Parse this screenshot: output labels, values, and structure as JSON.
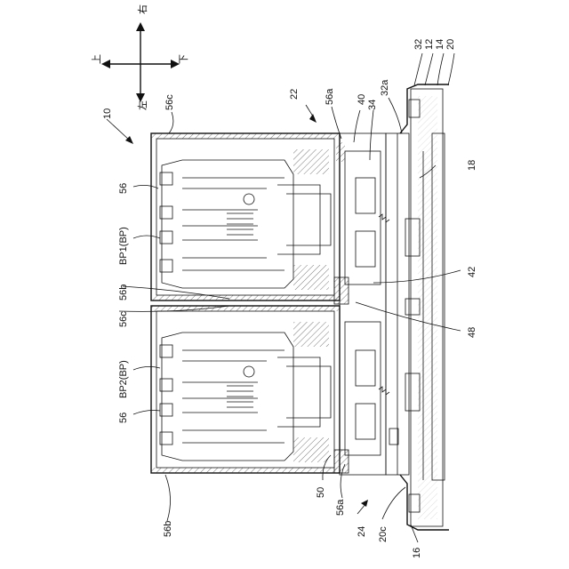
{
  "figure": {
    "directions": {
      "up": "上",
      "down": "下",
      "left": "左",
      "right": "右"
    },
    "labels": {
      "assembly": "10",
      "group_upper": "22",
      "group_lower": "24",
      "shield_top": "56c",
      "shield_mid_top": "56b",
      "shield_mid_bottom": "56c",
      "shield_bottom": "56b",
      "housing_upper": "56",
      "housing_lower": "56",
      "port_upper": "BP1(BP)",
      "port_lower": "BP2(BP)",
      "flange_upper": "56a",
      "flange_lower": "56a",
      "part_40": "40",
      "part_32a": "32a",
      "part_32": "32",
      "part_12": "12",
      "part_14": "14",
      "part_20": "20",
      "part_34": "34",
      "part_18": "18",
      "part_42": "42",
      "part_48": "48",
      "part_50": "50",
      "part_20c": "20c",
      "part_16": "16"
    }
  }
}
